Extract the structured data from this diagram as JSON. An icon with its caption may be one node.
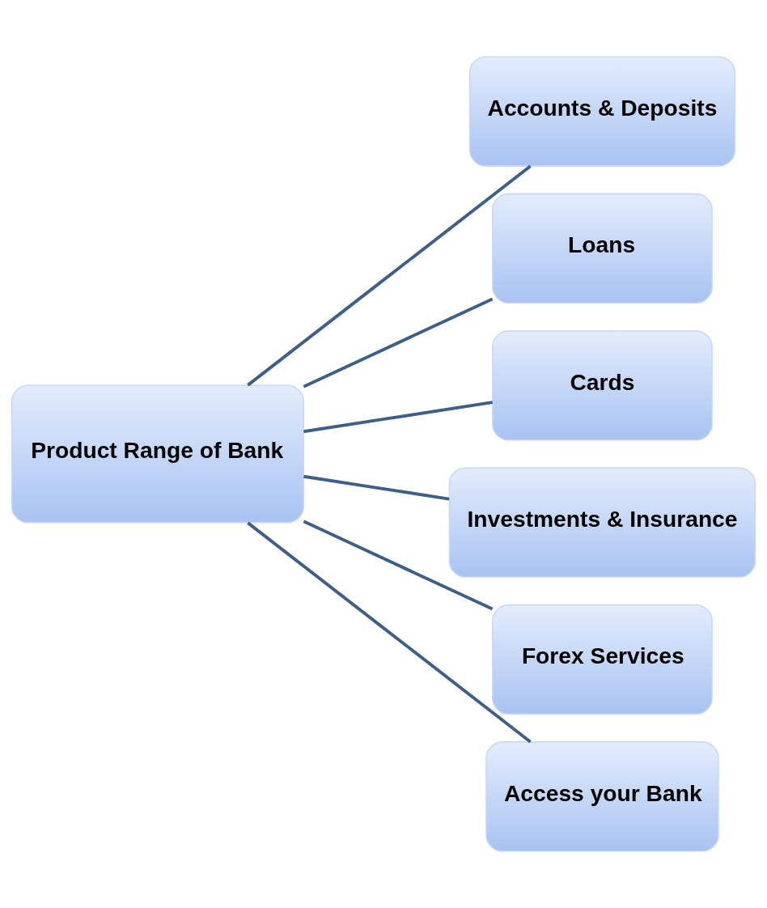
{
  "diagram": {
    "nodes": [
      {
        "text": [
          "Product Range of Bank"
        ]
      },
      {
        "text": [
          "Accounts & Deposits"
        ]
      },
      {
        "text": [
          "Loans"
        ]
      },
      {
        "text": [
          "Cards"
        ]
      },
      {
        "text": [
          "Investments & Insurance"
        ]
      },
      {
        "text": [
          "Forex Services"
        ]
      },
      {
        "text": [
          "Access your Bank"
        ]
      }
    ],
    "edges": [
      {
        "from": 0,
        "to": 1,
        "arrow": "none"
      },
      {
        "from": 0,
        "to": 2,
        "arrow": "none"
      },
      {
        "from": 0,
        "to": 3,
        "arrow": "none"
      },
      {
        "from": 0,
        "to": 4,
        "arrow": "none"
      },
      {
        "from": 0,
        "to": 5,
        "arrow": "none"
      },
      {
        "from": 0,
        "to": 6,
        "arrow": "none"
      }
    ]
  }
}
